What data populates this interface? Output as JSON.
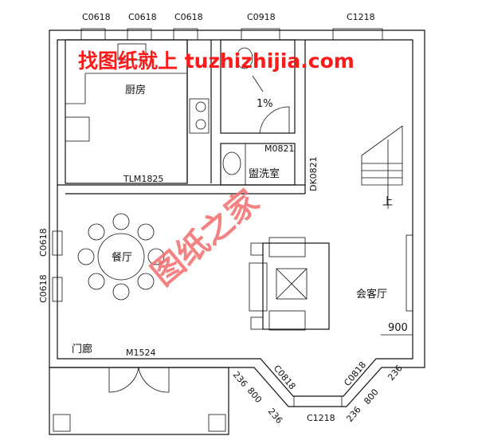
{
  "watermark": {
    "line1": "找图纸就上 tuzhizhijia.com",
    "line2": "图纸之家",
    "color": "#ff1a1a"
  },
  "windows_top": [
    "C0618",
    "C0618",
    "C0618",
    "C0918",
    "C1218"
  ],
  "windows_left": [
    "C0618",
    "C0618"
  ],
  "bay": {
    "left_window": "C0818",
    "right_window": "C0818",
    "bottom_window": "C1218",
    "dims_left": [
      "236",
      "800",
      "236"
    ],
    "dims_right": [
      "236",
      "800",
      "236"
    ]
  },
  "rooms": {
    "kitchen": "厨房",
    "bathroom_slope": "1%",
    "bath_door": "M0821",
    "washroom": "盥洗室",
    "washroom_door": "DK0821",
    "kitchen_door": "TLM1825",
    "stair_up": "上",
    "dining": "餐厅",
    "living": "会客厅",
    "living_dim": "900",
    "porch": "门廊",
    "entry_door": "M1524"
  }
}
